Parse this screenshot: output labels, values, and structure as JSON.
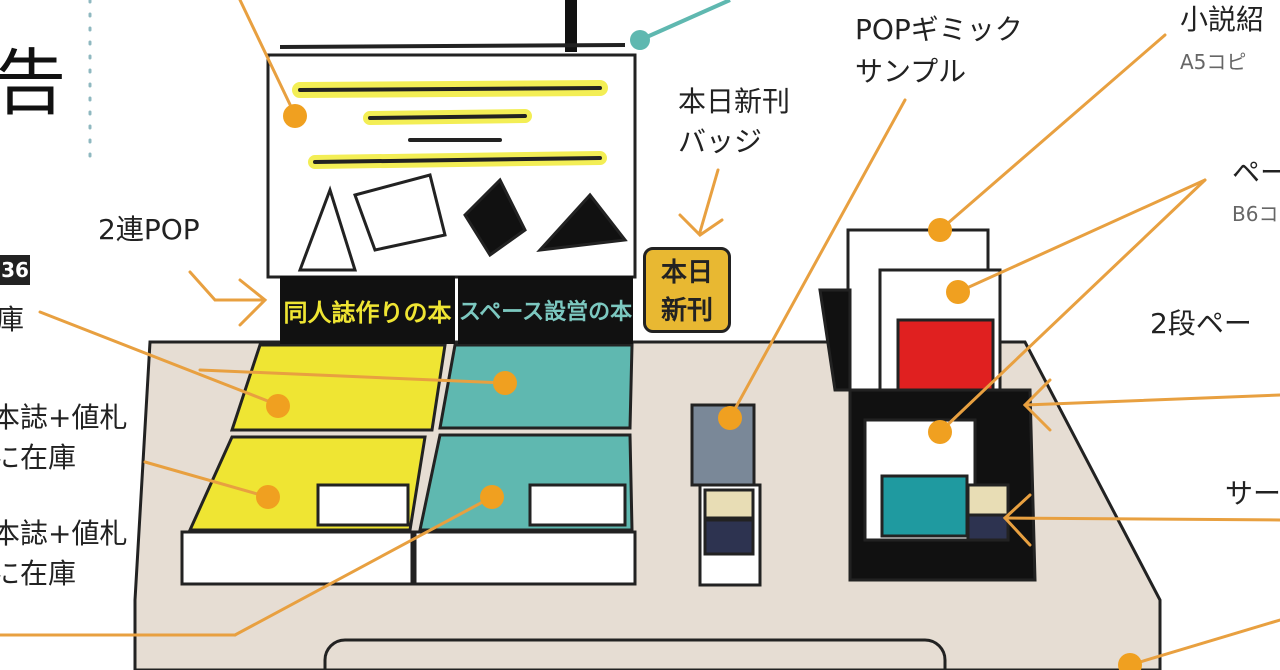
{
  "heading_fragment": "告",
  "page_badge": "36",
  "colors": {
    "accent_orange": "#f0a020",
    "teal": "#5fb8b0",
    "yellow": "#efe533",
    "table": "#e6ddd3",
    "sign_bg": "#111111"
  },
  "signs": [
    {
      "text": "同人誌作りの本",
      "color": "#efe533"
    },
    {
      "text": "スペース設営の本",
      "color": "#7cc8c0"
    }
  ],
  "new_badge": {
    "line1": "本日",
    "line2": "新刊"
  },
  "labels": {
    "double_pop": "2連POP",
    "new_badge_label": [
      "本日新刊",
      "バッジ"
    ],
    "pop_gimmick": [
      "POPギミック",
      "サンプル"
    ],
    "novel_intro": "小説紹",
    "novel_intro_sub": "A5コピ",
    "page": "ペー",
    "page_sub": "B6コ",
    "two_tier": "2段ペー",
    "service": "サー",
    "left_stock": "庫",
    "left_1": [
      "本誌+値札",
      "に在庫"
    ],
    "left_2": [
      "本誌+値札",
      "に在庫"
    ]
  }
}
